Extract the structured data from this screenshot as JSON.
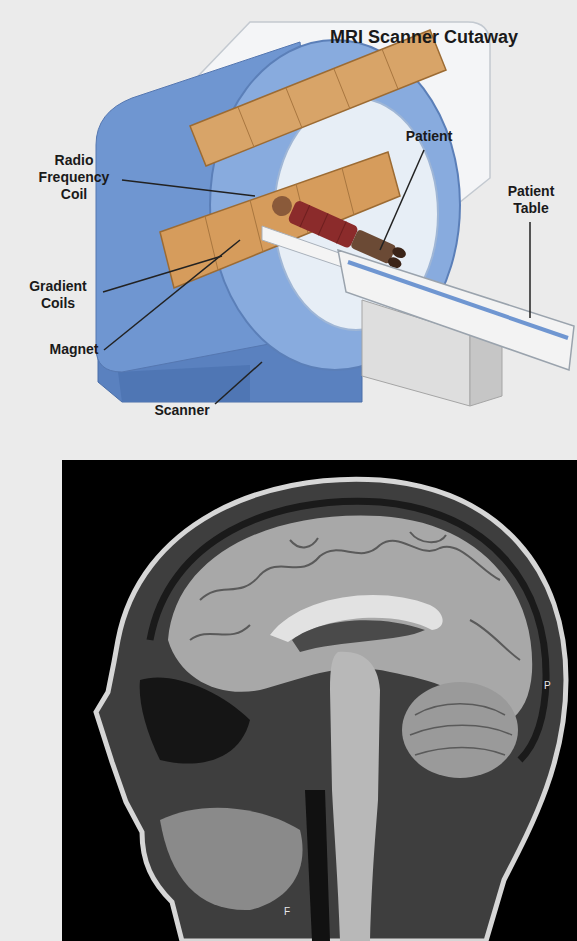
{
  "diagram": {
    "title": "MRI Scanner Cutaway",
    "labels": [
      "Radio Frequency Coil",
      "Patient",
      "Patient Table",
      "Gradient Coils",
      "Magnet",
      "Scanner",
      "P",
      "F"
    ]
  }
}
